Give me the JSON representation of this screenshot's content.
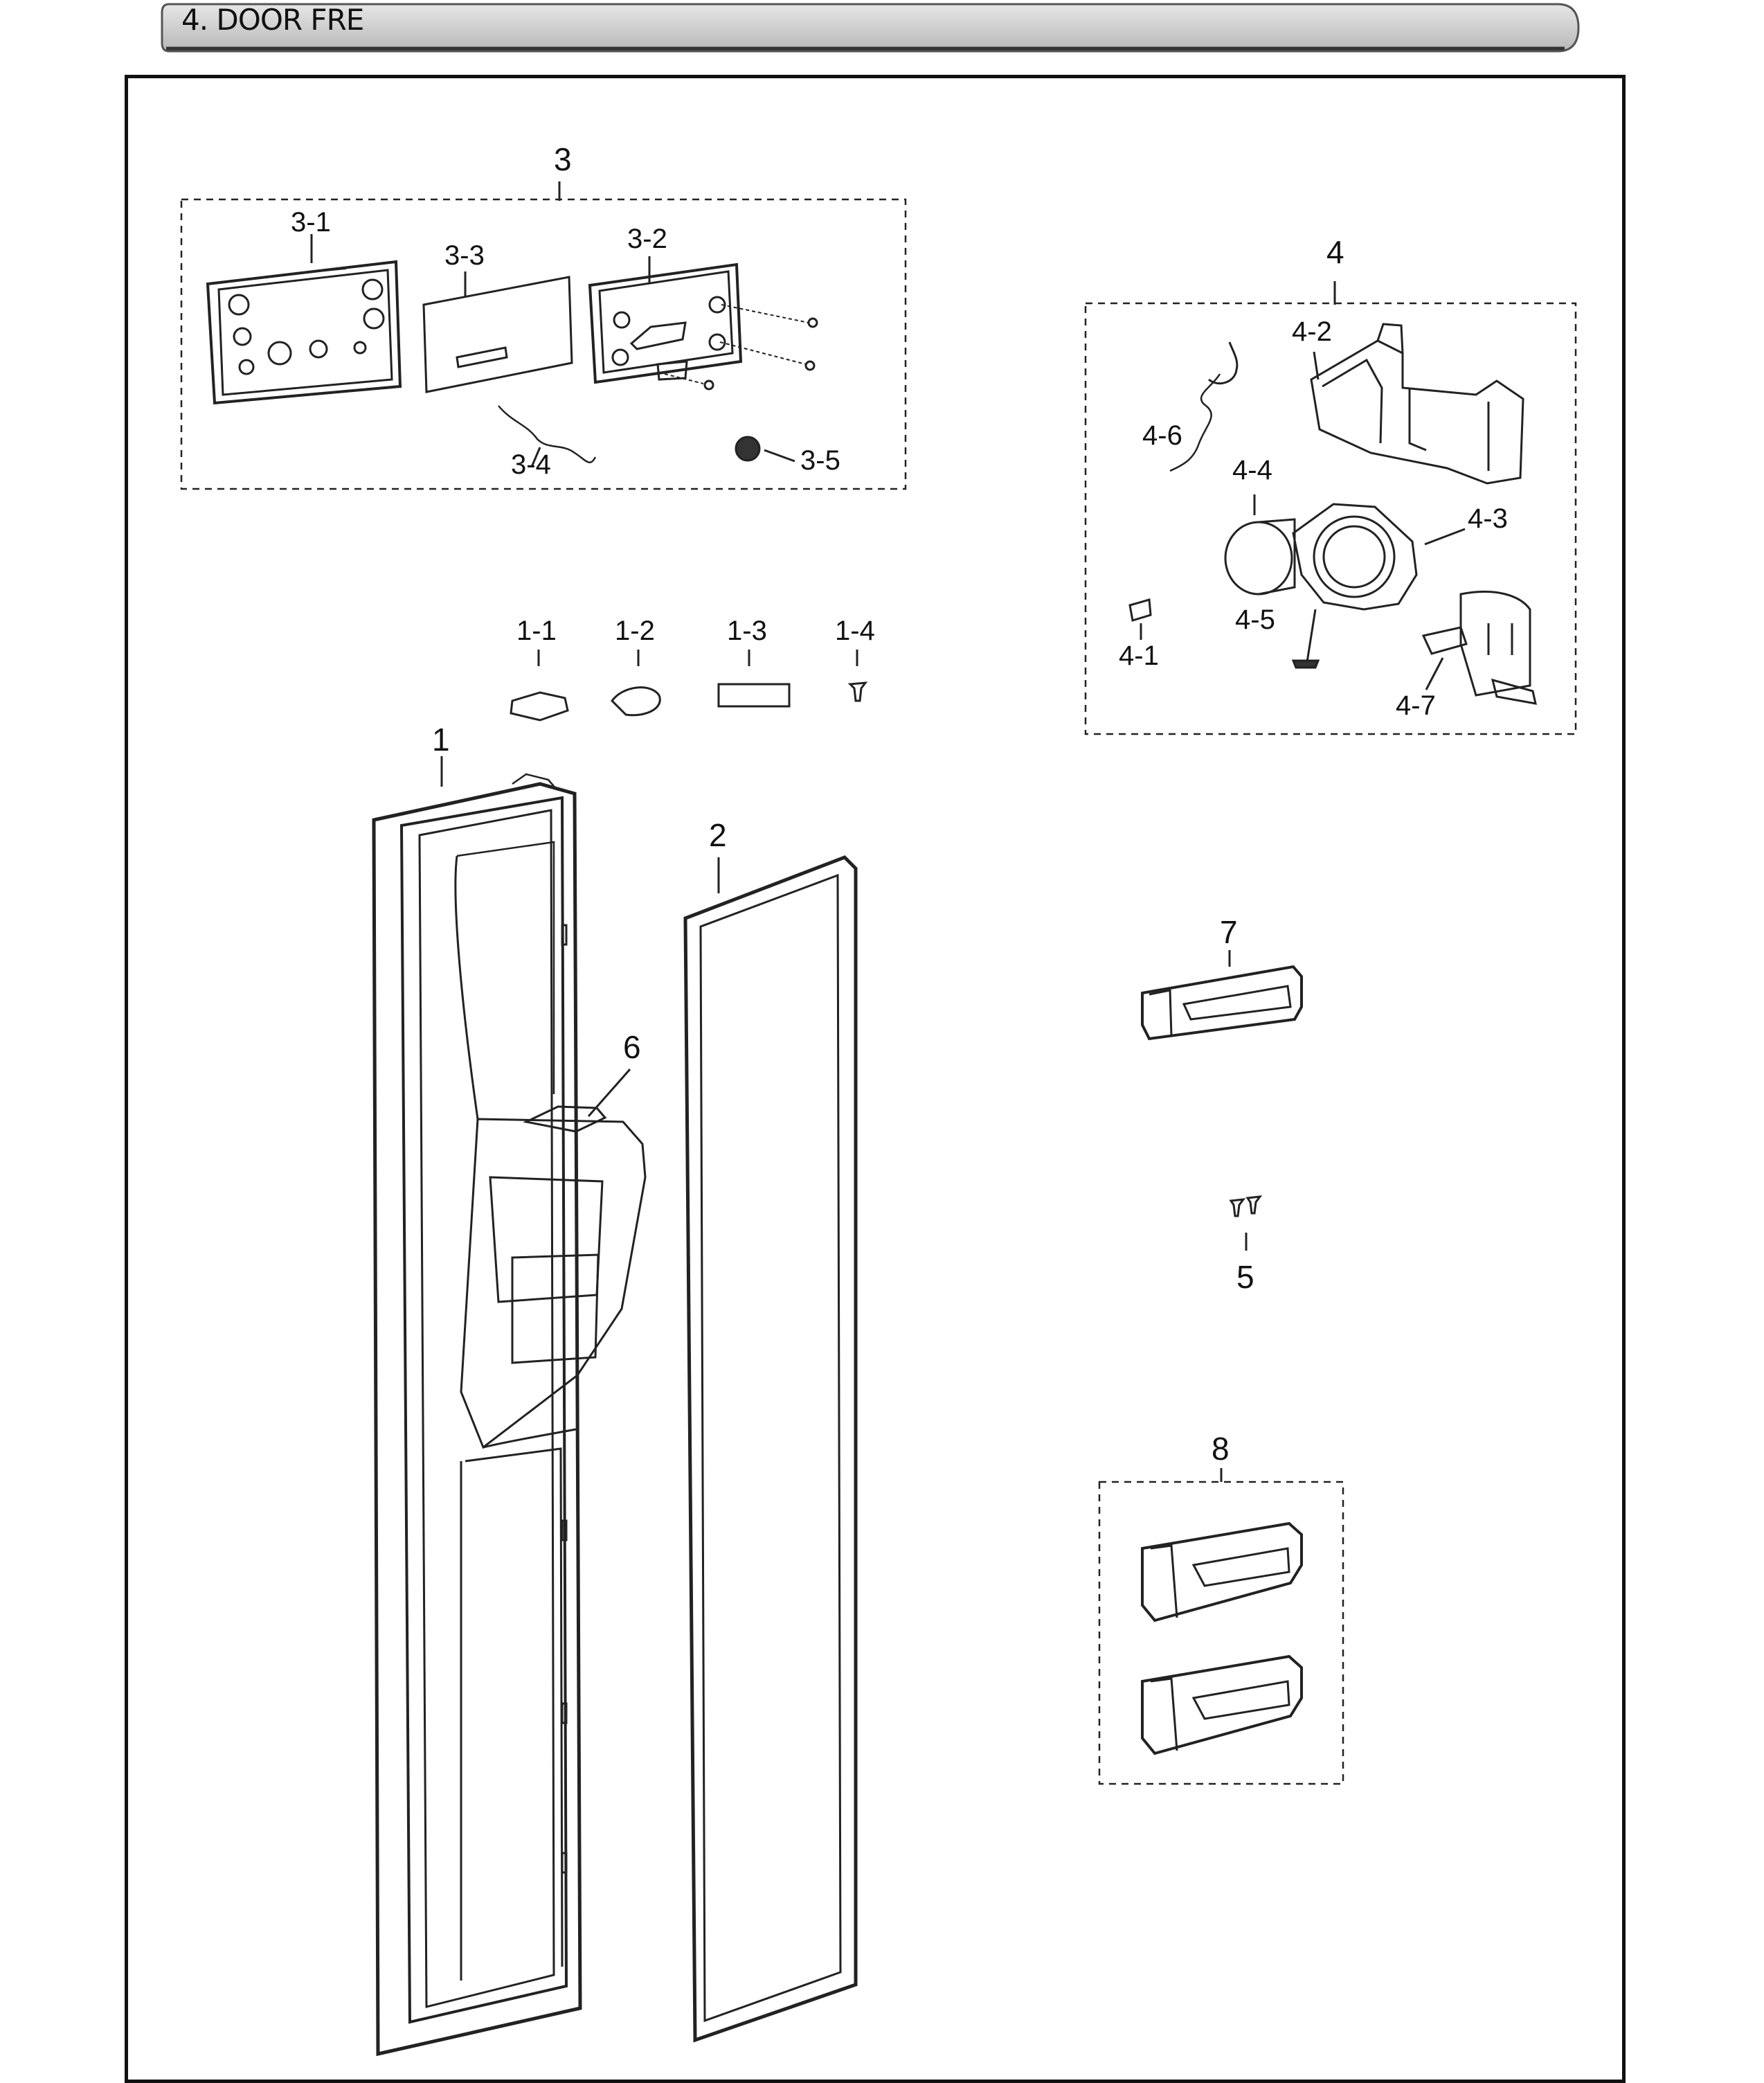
{
  "header": {
    "title": "4. DOOR FRE"
  },
  "parts": {
    "p3": "3",
    "p3_1": "3-1",
    "p3_2": "3-2",
    "p3_3": "3-3",
    "p3_4": "3-4",
    "p3_5": "3-5",
    "p4": "4",
    "p4_1": "4-1",
    "p4_2": "4-2",
    "p4_3": "4-3",
    "p4_4": "4-4",
    "p4_5": "4-5",
    "p4_6": "4-6",
    "p4_7": "4-7",
    "p1": "1",
    "p1_1": "1-1",
    "p1_2": "1-2",
    "p1_3": "1-3",
    "p1_4": "1-4",
    "p2": "2",
    "p5": "5",
    "p6": "6",
    "p7": "7",
    "p8": "8"
  }
}
